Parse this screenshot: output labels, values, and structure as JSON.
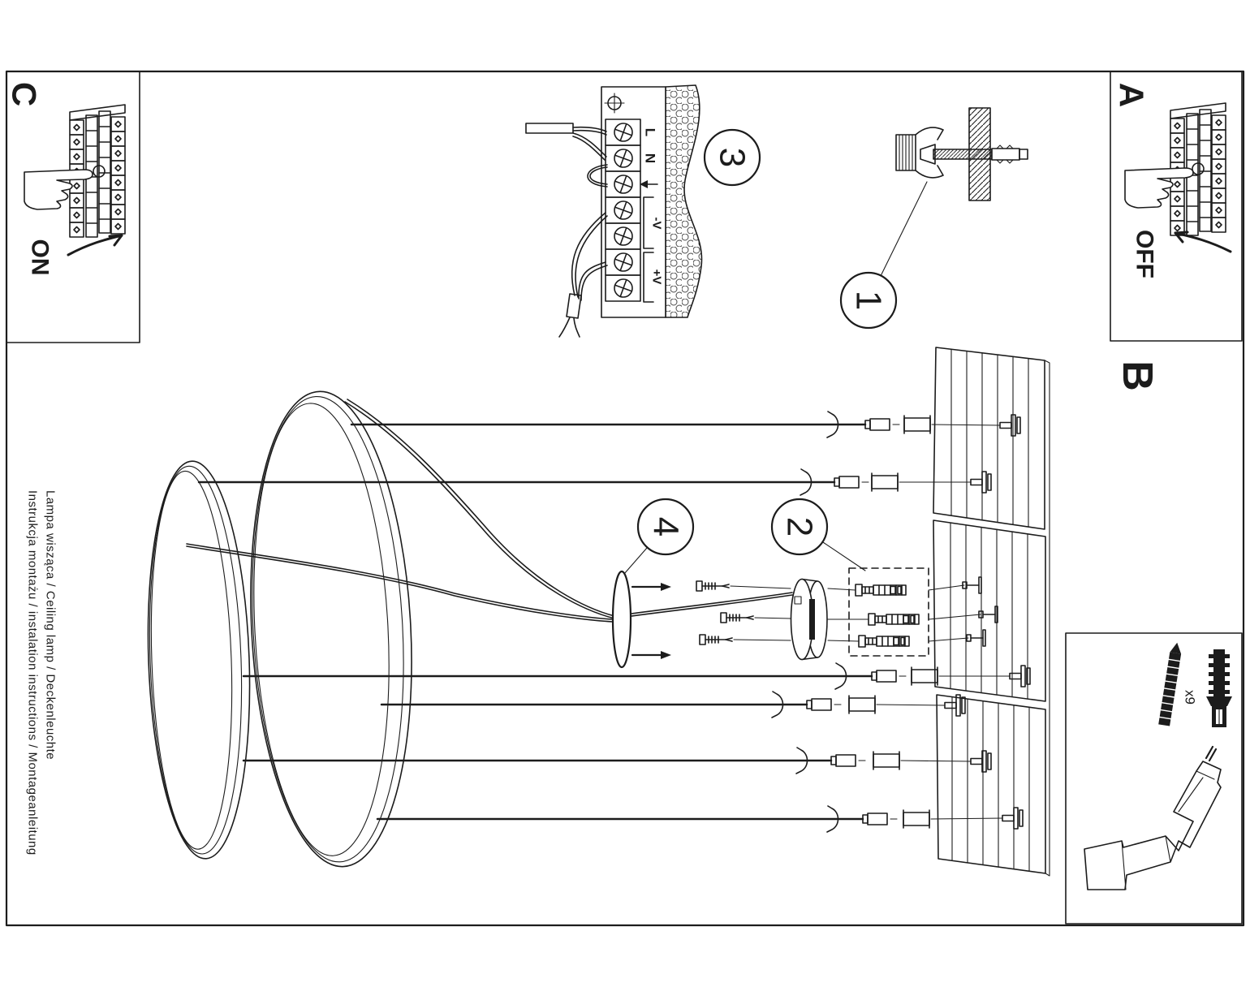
{
  "document": {
    "margin_title": "Instrukcja montażu / instalation instructions / Montageanleitung",
    "margin_subtitle": "Lampa wisząca / Ceiling lamp / Deckenleuchte"
  },
  "panels": {
    "a_label": "A",
    "b_label": "B",
    "c_label": "C",
    "on_label": "ON",
    "off_label": "OFF"
  },
  "callouts": {
    "step1": "1",
    "step2": "2",
    "step3": "3",
    "step4": "4"
  },
  "terminal_block": {
    "live": "L",
    "neutral": "N",
    "v_minus": "-V",
    "v_plus": "+V"
  },
  "hardware": {
    "anchor_quantity": "x9"
  },
  "colors": {
    "ink": "#1c1c1c",
    "paper": "#ffffff"
  }
}
